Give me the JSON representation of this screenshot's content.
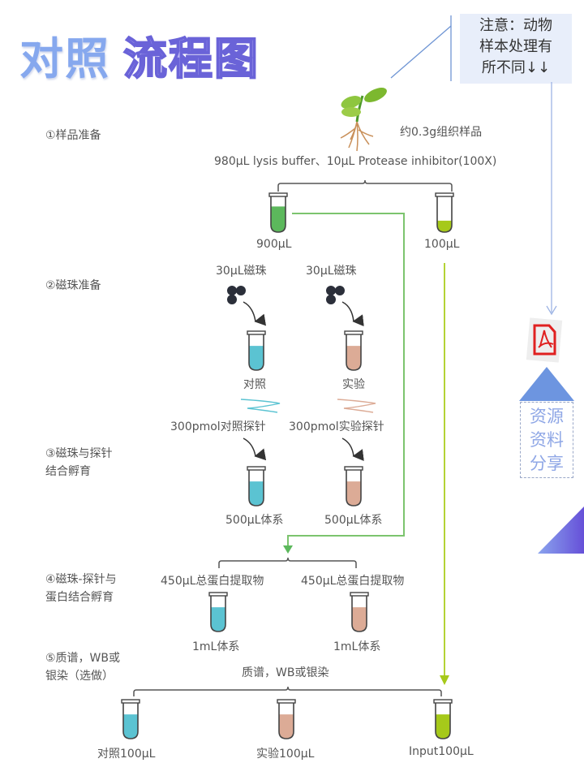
{
  "title": {
    "part1": "对照",
    "part2": "流程图"
  },
  "note": {
    "lines": [
      "注意：动物",
      "样本处理有",
      "所不同↓↓"
    ]
  },
  "side": {
    "share_lines": [
      "资源",
      "资料",
      "分享"
    ],
    "pdf_icon": "pdf-icon"
  },
  "steps": [
    {
      "line1": "①样品准备",
      "line2": ""
    },
    {
      "line1": "②磁珠准备",
      "line2": ""
    },
    {
      "line1": "③磁珠与探针",
      "line2": "结合孵育"
    },
    {
      "line1": "④磁珠-探针与",
      "line2": "蛋白结合孵育"
    },
    {
      "line1": "⑤质谱，WB或",
      "line2": "银染（选做）"
    }
  ],
  "sample": {
    "label": "约0.3g组织样品",
    "icon": "plant-seedling-icon",
    "buffer": "980μL lysis buffer、10μL Protease inhibitor(100X)"
  },
  "split": {
    "left": "900μL",
    "right": "100μL"
  },
  "beads": {
    "left_label": "30μL磁珠",
    "right_label": "30μL磁珠",
    "left_tube": "对照",
    "right_tube": "实验"
  },
  "probes": {
    "left": "300pmol对照探针",
    "right": "300pmol实验探针",
    "left_result": "500μL体系",
    "right_result": "500μL体系"
  },
  "protein": {
    "left": "450μL总蛋白提取物",
    "right": "450μL总蛋白提取物",
    "left_result": "1mL体系",
    "right_result": "1mL体系"
  },
  "final": {
    "header": "质谱，WB或银染",
    "tubes": [
      "对照100μL",
      "实验100μL",
      "Input100μL"
    ]
  },
  "colors": {
    "control": "#5bc3d2",
    "experiment": "#dcab96",
    "lysate": "#5cb85c",
    "input": "#a6c91a",
    "green_line": "#7cc46e",
    "input_line": "#b4d335",
    "note_line": "#6f95d4",
    "title_accent": "#86a8ee"
  }
}
